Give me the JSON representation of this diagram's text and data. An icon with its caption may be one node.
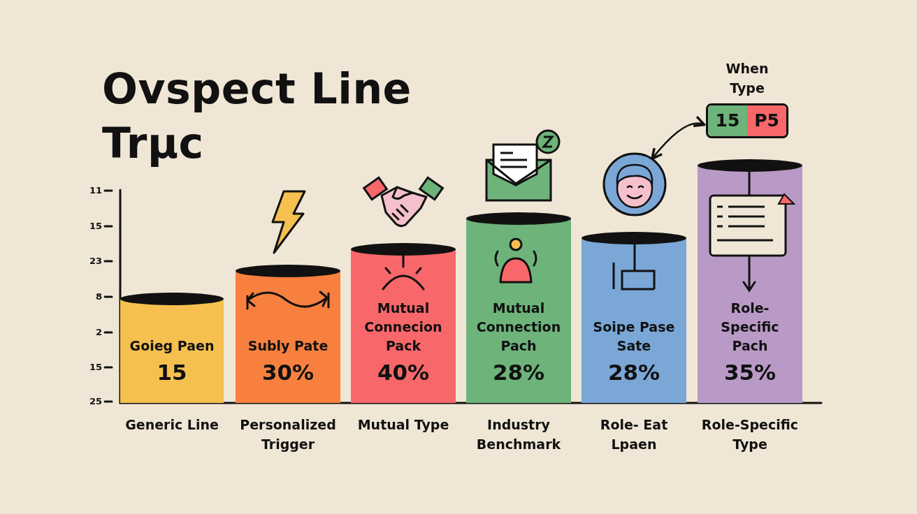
{
  "diagram": {
    "title": "Ovspect Line Trμc",
    "nodes": [
      {
        "text": [
          "Goieg Paen",
          "15"
        ]
      },
      {
        "text": [
          "Subly Pate",
          "30%"
        ]
      },
      {
        "text": [
          "Mutual Connecion Pack",
          "40%"
        ]
      },
      {
        "text": [
          "Mutual Connection Pach",
          "28%"
        ]
      },
      {
        "text": [
          "Soipe Pase Sate",
          "28%"
        ]
      },
      {
        "text": [
          "Role- Specific Pach",
          "35%"
        ]
      },
      {
        "text": [],
        "shape": "picture"
      },
      {
        "text": [
          "When Type",
          "15",
          "P5"
        ]
      }
    ],
    "edges": [
      {
        "from": 6,
        "to": 7,
        "arrow": "both"
      }
    ],
    "labels": [
      "11",
      "15",
      "23",
      "8",
      "2",
      "15",
      "25",
      "Generic Line",
      "Personalized Trigger",
      "Mutual Type",
      "Industry Benchmark",
      "Role- Eat Lpaen",
      "Role-Specific Type"
    ]
  }
}
